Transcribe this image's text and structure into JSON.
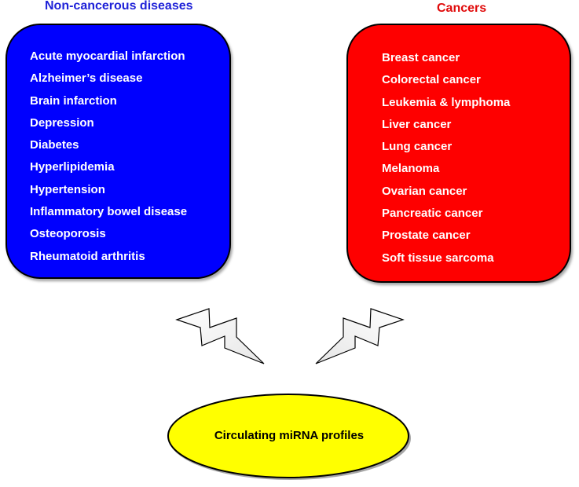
{
  "left_group": {
    "title": "Non-cancerous diseases",
    "title_color": "#1f22d8",
    "box_color": "#0000fe",
    "items": [
      "Acute myocardial infarction",
      "Alzheimer’s disease",
      "Brain infarction",
      "Depression",
      "Diabetes",
      "Hyperlipidemia",
      "Hypertension",
      "Inflammatory bowel disease",
      "Osteoporosis",
      "Rheumatoid arthritis"
    ]
  },
  "right_group": {
    "title": "Cancers",
    "title_color": "#e00a0a",
    "box_color": "#fe0000",
    "items": [
      "Breast cancer",
      "Colorectal cancer",
      "Leukemia & lymphoma",
      "Liver cancer",
      "Lung cancer",
      "Melanoma",
      "Ovarian cancer",
      "Pancreatic cancer",
      "Prostate cancer",
      "Soft tissue sarcoma"
    ]
  },
  "connectors": {
    "icon": "lightning-bolt-icon",
    "count": 2
  },
  "center": {
    "label": "Circulating miRNA profiles",
    "fill_color": "#ffff00"
  }
}
